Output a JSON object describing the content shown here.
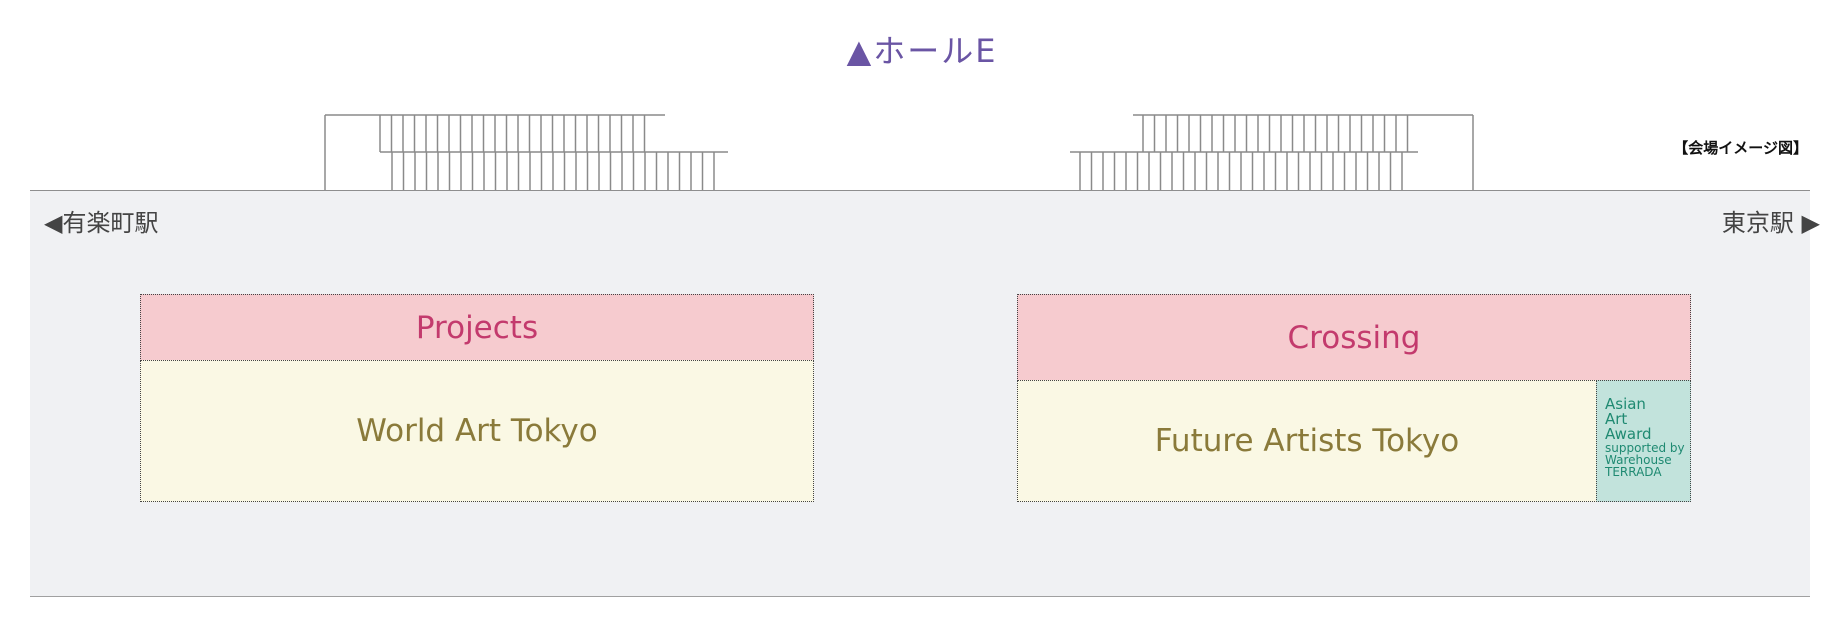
{
  "hall": {
    "title": "▲ホールE"
  },
  "legend": "【会場イメージ図】",
  "navigation": {
    "left": "◀有楽町駅",
    "right": "東京駅 ▶"
  },
  "zones": {
    "projects": "Projects",
    "world_art_tokyo": "World Art Tokyo",
    "crossing": "Crossing",
    "future_artists_tokyo": "Future Artists Tokyo",
    "asian_art_award": {
      "line1": "Asian",
      "line2": "Art",
      "line3": "Award",
      "line4": "supported by",
      "line5": "Warehouse",
      "line6": "TERRADA"
    }
  },
  "colors": {
    "hall_title": "#6a55a4",
    "zone_header": "#f6cbcf",
    "zone_main": "#faf8e4",
    "zone_award": "#c2e3dc"
  }
}
